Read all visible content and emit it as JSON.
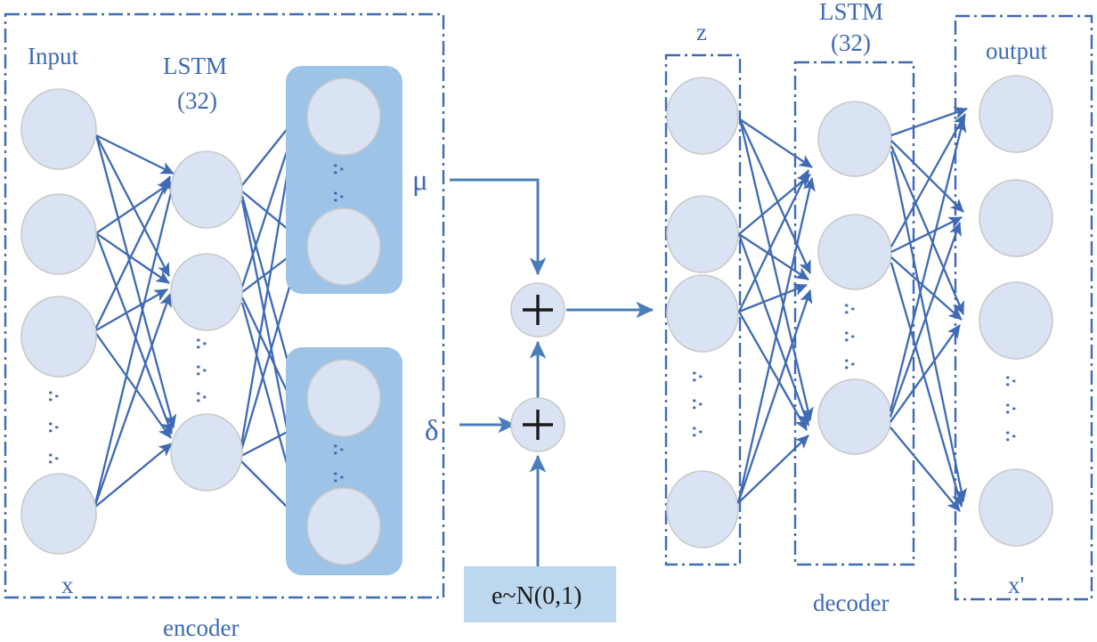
{
  "diagram": {
    "title": "LSTM Variational Autoencoder architecture",
    "colors": {
      "node_fill": "#dae3f3",
      "node_stroke": "#c9c9c9",
      "group_fill": "#9dc3e6",
      "edge": "#3f6ab4",
      "label": "#3f6ab4",
      "noise_box_fill": "#bdd7ee",
      "noise_text": "#1a1a1a"
    },
    "labels": {
      "input": "Input",
      "encoder_lstm_line1": "LSTM",
      "encoder_lstm_line2": "(32)",
      "mu": "μ",
      "delta": "δ",
      "x": "x",
      "encoder": "encoder",
      "noise": "e~N(0,1)",
      "z": "z",
      "decoder_lstm_line1": "LSTM",
      "decoder_lstm_line2": "(32)",
      "output": "output",
      "x_prime": "x'",
      "decoder": "decoder",
      "ellipsis": "∵"
    },
    "layers": [
      {
        "name": "input",
        "label": "Input",
        "caption": "x",
        "visible_nodes": 4,
        "ellipsis_after": 3
      },
      {
        "name": "encoder-lstm",
        "label": "LSTM (32)",
        "visible_nodes": 3,
        "ellipsis_after": 2
      },
      {
        "name": "mu-group",
        "label": "μ",
        "visible_nodes": 2,
        "ellipsis_after": 1
      },
      {
        "name": "delta-group",
        "label": "δ",
        "visible_nodes": 2,
        "ellipsis_after": 1
      },
      {
        "name": "z",
        "label": "z",
        "visible_nodes": 4,
        "ellipsis_after": 3
      },
      {
        "name": "decoder-lstm",
        "label": "LSTM (32)",
        "visible_nodes": 3,
        "ellipsis_after": 2
      },
      {
        "name": "output",
        "label": "output",
        "caption": "x'",
        "visible_nodes": 4,
        "ellipsis_after": 3
      }
    ],
    "operators": [
      {
        "name": "add-mu",
        "symbol": "+"
      },
      {
        "name": "add-noise",
        "symbol": "+"
      }
    ]
  }
}
